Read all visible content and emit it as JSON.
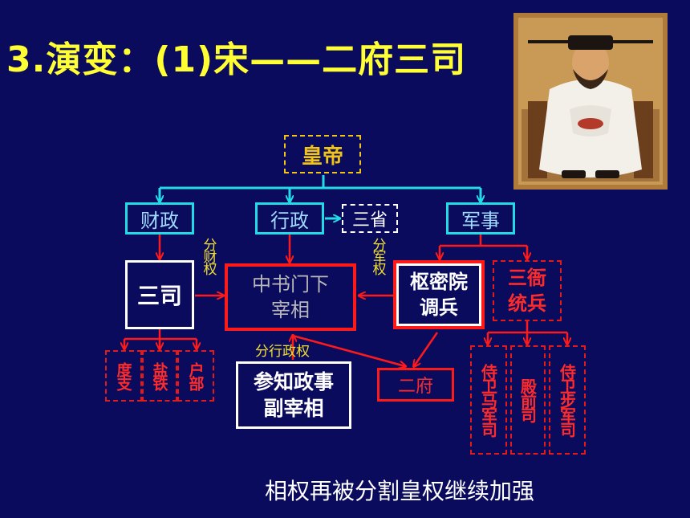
{
  "title": "3.演变：(1)宋——二府三司",
  "nodes": {
    "emperor": "皇帝",
    "finance": "财政",
    "administration": "行政",
    "three_departments": "三省",
    "military": "军事",
    "sansi": "三司",
    "chancellor_line1": "中书门下",
    "chancellor_line2": "宰相",
    "shumiyuan_line1": "枢密院",
    "shumiyuan_line2": "调兵",
    "sanya_line1": "三衙",
    "sanya_line2": "统兵",
    "duzhi": "度支",
    "yantie": "盐铁",
    "hubu": "户部",
    "vice_chancellor_line1": "参知政事",
    "vice_chancellor_line2": "副宰相",
    "erfu": "二府",
    "shiwei_ma": "侍卫马军司",
    "dianqian": "殿前司",
    "shiwei_bu": "侍卫步军司"
  },
  "labels": {
    "split_finance": "分财权",
    "split_military": "分军权",
    "split_admin": "分行政权"
  },
  "caption": "相权再被分割皇权继续加强",
  "colors": {
    "background": "#0b0b5e",
    "title": "#ffff33",
    "cyan": "#21dbe6",
    "red": "#ff1a1a",
    "yellow_label": "#f0e030"
  }
}
